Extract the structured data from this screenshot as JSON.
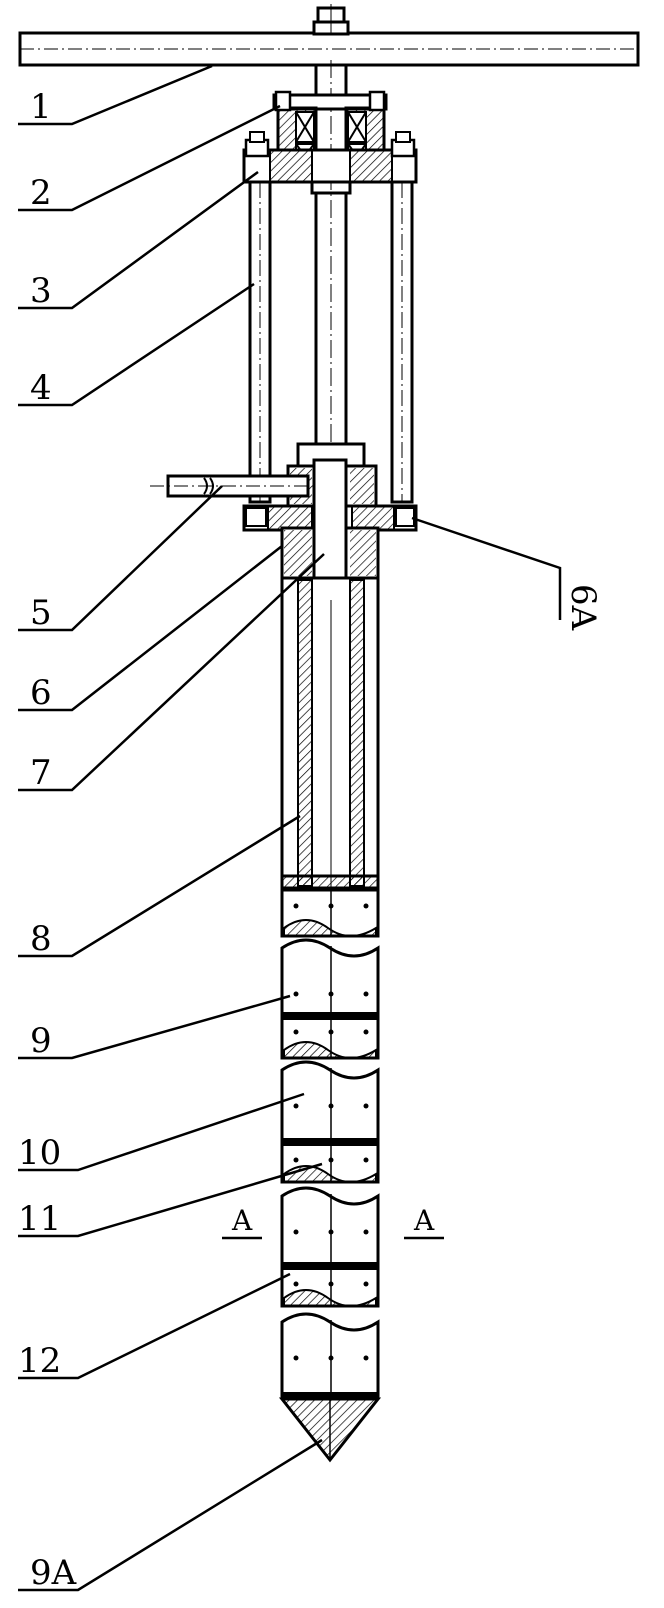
{
  "callouts": [
    {
      "id": "1",
      "text": "1"
    },
    {
      "id": "2",
      "text": "2"
    },
    {
      "id": "3",
      "text": "3"
    },
    {
      "id": "4",
      "text": "4"
    },
    {
      "id": "5",
      "text": "5"
    },
    {
      "id": "6",
      "text": "6"
    },
    {
      "id": "7",
      "text": "7"
    },
    {
      "id": "8",
      "text": "8"
    },
    {
      "id": "9",
      "text": "9"
    },
    {
      "id": "10",
      "text": "10"
    },
    {
      "id": "11",
      "text": "11"
    },
    {
      "id": "12",
      "text": "12"
    },
    {
      "id": "9A-bottom",
      "text": "9A"
    },
    {
      "id": "6A",
      "text": "6A"
    }
  ],
  "section": {
    "left": "A",
    "right": "A"
  },
  "colors": {
    "line": "#000000",
    "background": "#ffffff"
  }
}
